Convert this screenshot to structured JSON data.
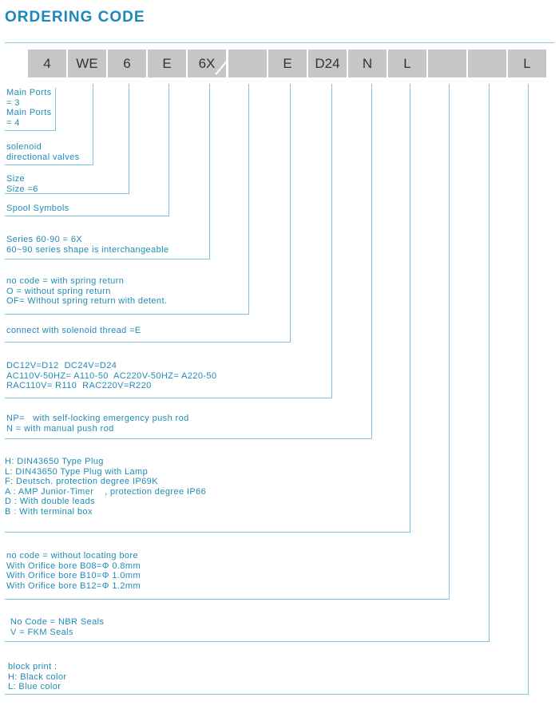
{
  "title": "ORDERING CODE",
  "codes": [
    "4",
    "WE",
    "6",
    "E",
    "6X",
    "",
    "E",
    "D24",
    "N",
    "L",
    "",
    "",
    "L"
  ],
  "sections": [
    [
      "Main Ports",
      "= 3",
      "Main Ports",
      "= 4"
    ],
    [
      "solenoid",
      "directional valves"
    ],
    [
      "Size",
      "Size =6"
    ],
    [
      "Spool Symbols"
    ],
    [
      "Series 60-90 = 6X",
      "60~90 series shape is interchangeable"
    ],
    [
      "no code = with spring return",
      "O = without spring return",
      "OF= Without spring return with detent."
    ],
    [
      "connect with solenoid thread =E"
    ],
    [
      "DC12V=D12  DC24V=D24",
      "AC110V-50HZ= A110-50  AC220V-50HZ= A220-50",
      "RAC110V= R110  RAC220V=R220"
    ],
    [
      "NP=   with self-locking emergency push rod",
      "N = with manual push rod"
    ],
    [
      "H: DIN43650 Type Plug",
      "L: DIN43650 Type Plug with Lamp",
      "F: Deutsch. protection degree IP69K",
      "A : AMP Junior-Timer    , protection degree IP66",
      "D : With double leads",
      "B : With terminal box"
    ],
    [
      "no code = without locating bore",
      "With Orifice bore B08=Φ 0.8mm",
      "With Orifice bore B10=Φ 1.0mm",
      "With Orifice bore B12=Φ 1.2mm"
    ],
    [
      "No Code = NBR Seals",
      "V = FKM Seals"
    ],
    [
      "block print :",
      "H: Black color",
      "L: Blue color"
    ]
  ]
}
